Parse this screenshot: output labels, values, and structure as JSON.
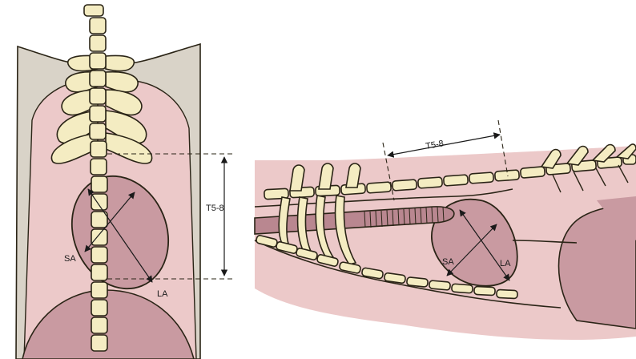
{
  "colors": {
    "body_outer": "#d9d3c8",
    "thorax_pink": "#ecc9c9",
    "heart": "#c99aa1",
    "heart_dark": "#b98790",
    "bone": "#f4ecc2",
    "outline": "#2a2416"
  },
  "ventrodorsal_view": {
    "labels": {
      "vertebral_span": "T5-8",
      "short_axis": "SA",
      "long_axis": "LA"
    }
  },
  "lateral_view": {
    "labels": {
      "vertebral_span": "T5-8",
      "short_axis": "SA",
      "long_axis": "LA"
    }
  }
}
